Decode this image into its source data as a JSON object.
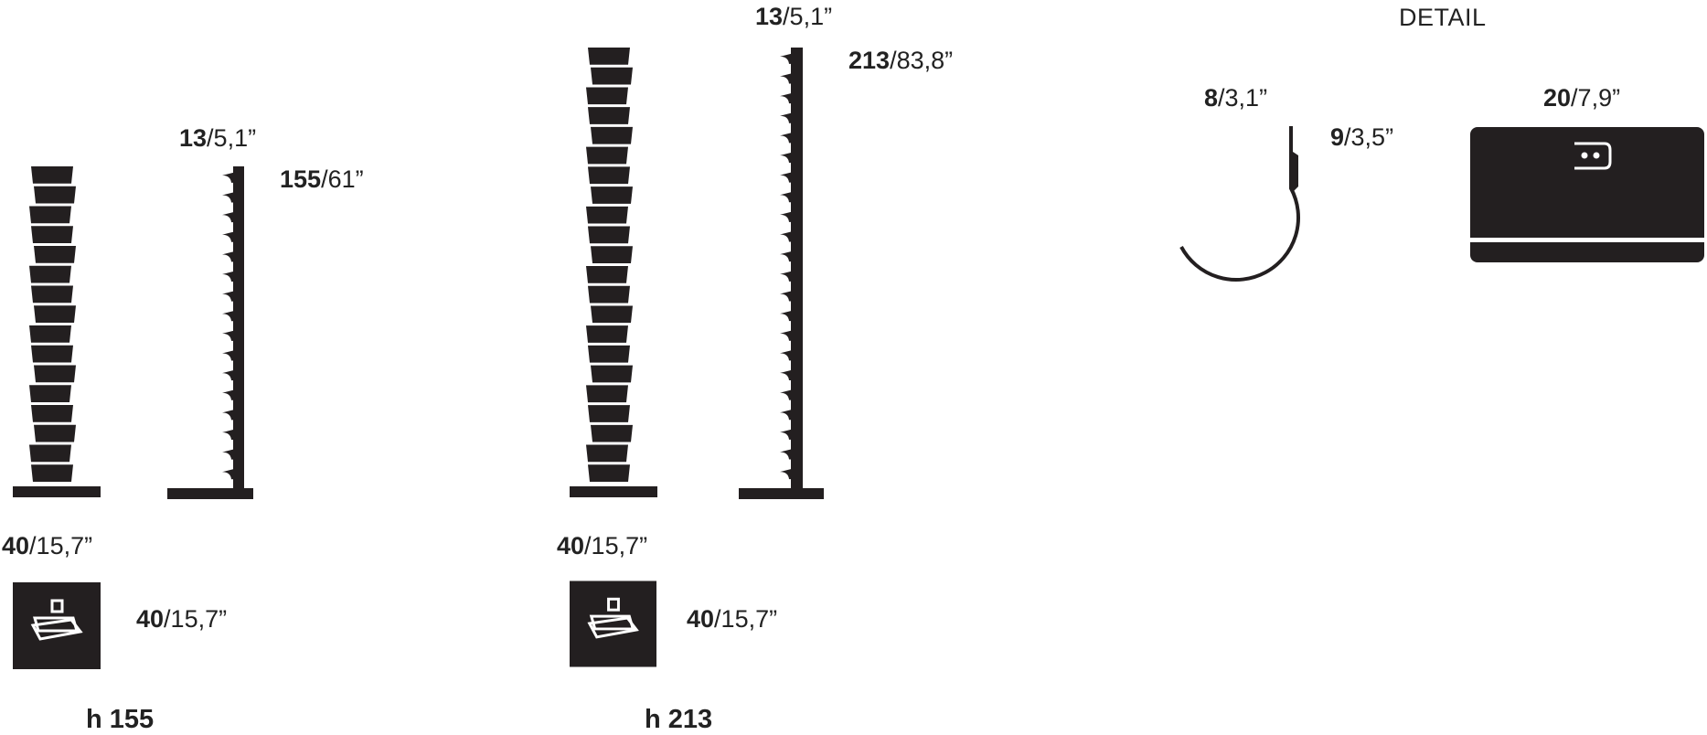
{
  "colors": {
    "ink": "#231f20",
    "paper": "#ffffff"
  },
  "models": [
    {
      "caption": "h 155",
      "height": {
        "bold": "155",
        "rest": "/61”"
      },
      "depth": {
        "bold": "13",
        "rest": "/5,1”"
      },
      "base_width": {
        "bold": "40",
        "rest": "/15,7”"
      },
      "base_depth": {
        "bold": "40",
        "rest": "/15,7”"
      },
      "shelves": 16
    },
    {
      "caption": "h 213",
      "height": {
        "bold": "213",
        "rest": "/83,8”"
      },
      "depth": {
        "bold": "13",
        "rest": "/5,1”"
      },
      "base_width": {
        "bold": "40",
        "rest": "/15,7”"
      },
      "base_depth": {
        "bold": "40",
        "rest": "/15,7”"
      },
      "shelves": 22
    }
  ],
  "detail": {
    "title": "DETAIL",
    "hook_depth": {
      "bold": "8",
      "rest": "/3,1”"
    },
    "hook_height": {
      "bold": "9",
      "rest": "/3,5”"
    },
    "shelf_width": {
      "bold": "20",
      "rest": "/7,9”"
    }
  }
}
